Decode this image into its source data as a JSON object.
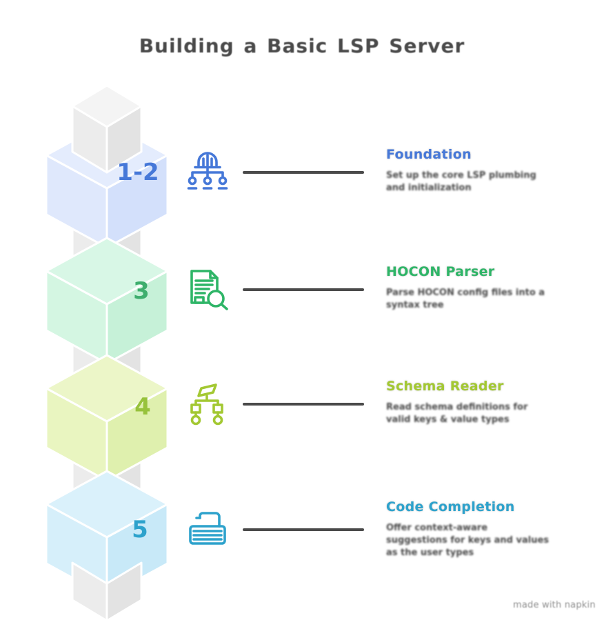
{
  "title": "Building a Basic LSP Server",
  "watermark": "made with napkin",
  "colors": {
    "step1_accent": "#4678d8",
    "step2_accent": "#2eb567",
    "step3_accent": "#a3c832",
    "step4_accent": "#2da2cc",
    "body_text": "#4a4a4a",
    "block1_face": "#d3e0fb",
    "block2_face": "#c6f1d8",
    "block3_face": "#dff0ae",
    "block4_face": "#c8e9f8",
    "rod_gray": "#e9e9e9"
  },
  "tower": {
    "blocks": [
      {
        "number": "1-2",
        "color": "#4678d8"
      },
      {
        "number": "3",
        "color": "#3fae6e"
      },
      {
        "number": "4",
        "color": "#97c23c"
      },
      {
        "number": "5",
        "color": "#2da2cc"
      }
    ]
  },
  "sections": [
    {
      "icon": "dome-hierarchy-icon",
      "heading": "Foundation",
      "body": "Set up the core LSP plumbing and initialization"
    },
    {
      "icon": "document-search-icon",
      "heading": "HOCON Parser",
      "body": "Parse HOCON config files into a syntax tree"
    },
    {
      "icon": "schema-tree-icon",
      "heading": "Schema Reader",
      "body": "Read schema definitions for valid keys & value types"
    },
    {
      "icon": "keyboard-icon",
      "heading": "Code Completion",
      "body": "Offer context-aware suggestions for keys and values as the user types"
    }
  ]
}
